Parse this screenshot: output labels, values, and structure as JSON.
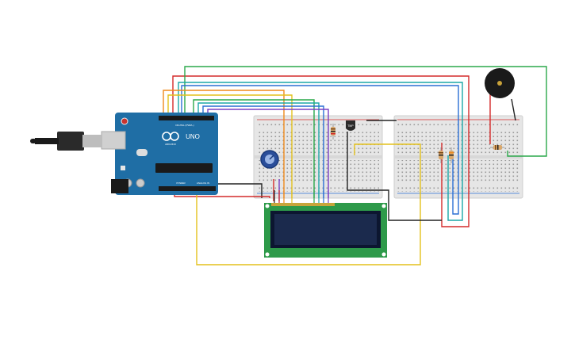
{
  "arduino": {
    "brand": "ARDUINO",
    "model": "UNO",
    "digital_label": "DIGITAL (PWM~)",
    "power_label": "POWER",
    "analog_label": "ANALOG IN"
  },
  "sensor": {
    "label": "TMP"
  },
  "colors": {
    "breadboard": "#e8e8e8",
    "arduino_board": "#1f6ea5",
    "lcd_pcb": "#2e9a4a",
    "lcd_screen": "#1b2a4d",
    "wire_red": "#d42a2a",
    "wire_green": "#2aa84a",
    "wire_yellow": "#e3c11c",
    "wire_orange": "#f08a1c",
    "wire_blue": "#2a6fd4",
    "wire_purple": "#7a3fc4",
    "wire_black": "#222222",
    "wire_teal": "#1ca7a7"
  },
  "icons": {
    "usb": "usb-cable-icon",
    "buzzer": "piezo-buzzer-icon",
    "potentiometer": "potentiometer-icon"
  }
}
